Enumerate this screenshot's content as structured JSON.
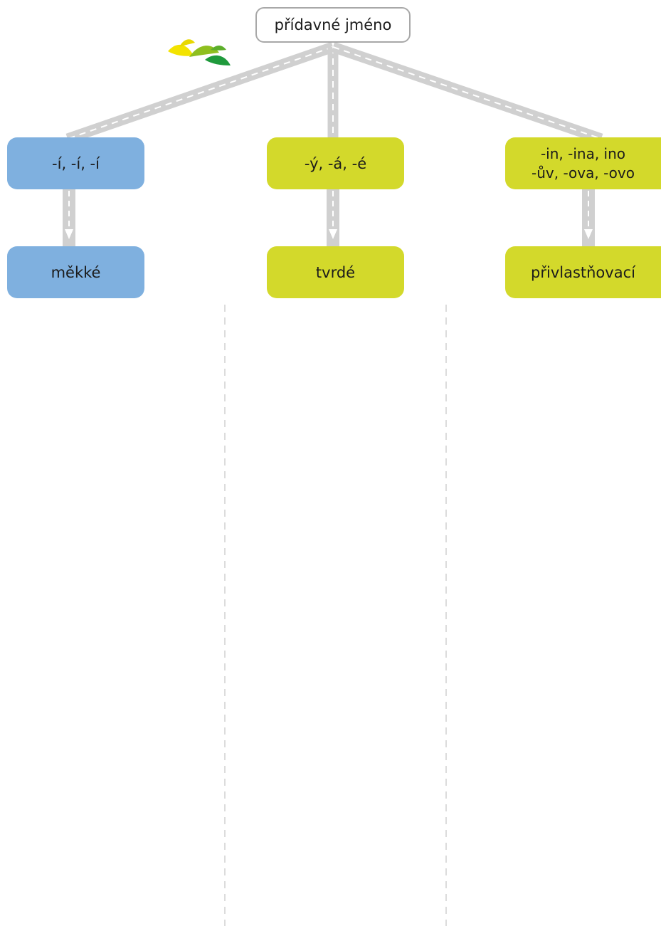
{
  "root": {
    "label": "přídavné jméno"
  },
  "branches": [
    {
      "endings": [
        "-í, -í, -í"
      ],
      "category": "měkké",
      "color": "#7fb0df"
    },
    {
      "endings": [
        "-ý, -á, -é"
      ],
      "category": "tvrdé",
      "color": "#d3d92b"
    },
    {
      "endings": [
        "-in, -ina, ino",
        "-ův, -ova, -ovo"
      ],
      "category": "přivlastňovací",
      "color": "#d3d92b"
    }
  ],
  "colors": {
    "road": "#d0d0d0",
    "road_marking": "#ffffff",
    "column_divider": "#b8b8b8",
    "root_border": "#a8a8a8"
  },
  "decoration": {
    "icon": "leaves-logo-icon",
    "colors": [
      "#f3e300",
      "#9cc21c",
      "#1f9a3c"
    ]
  }
}
